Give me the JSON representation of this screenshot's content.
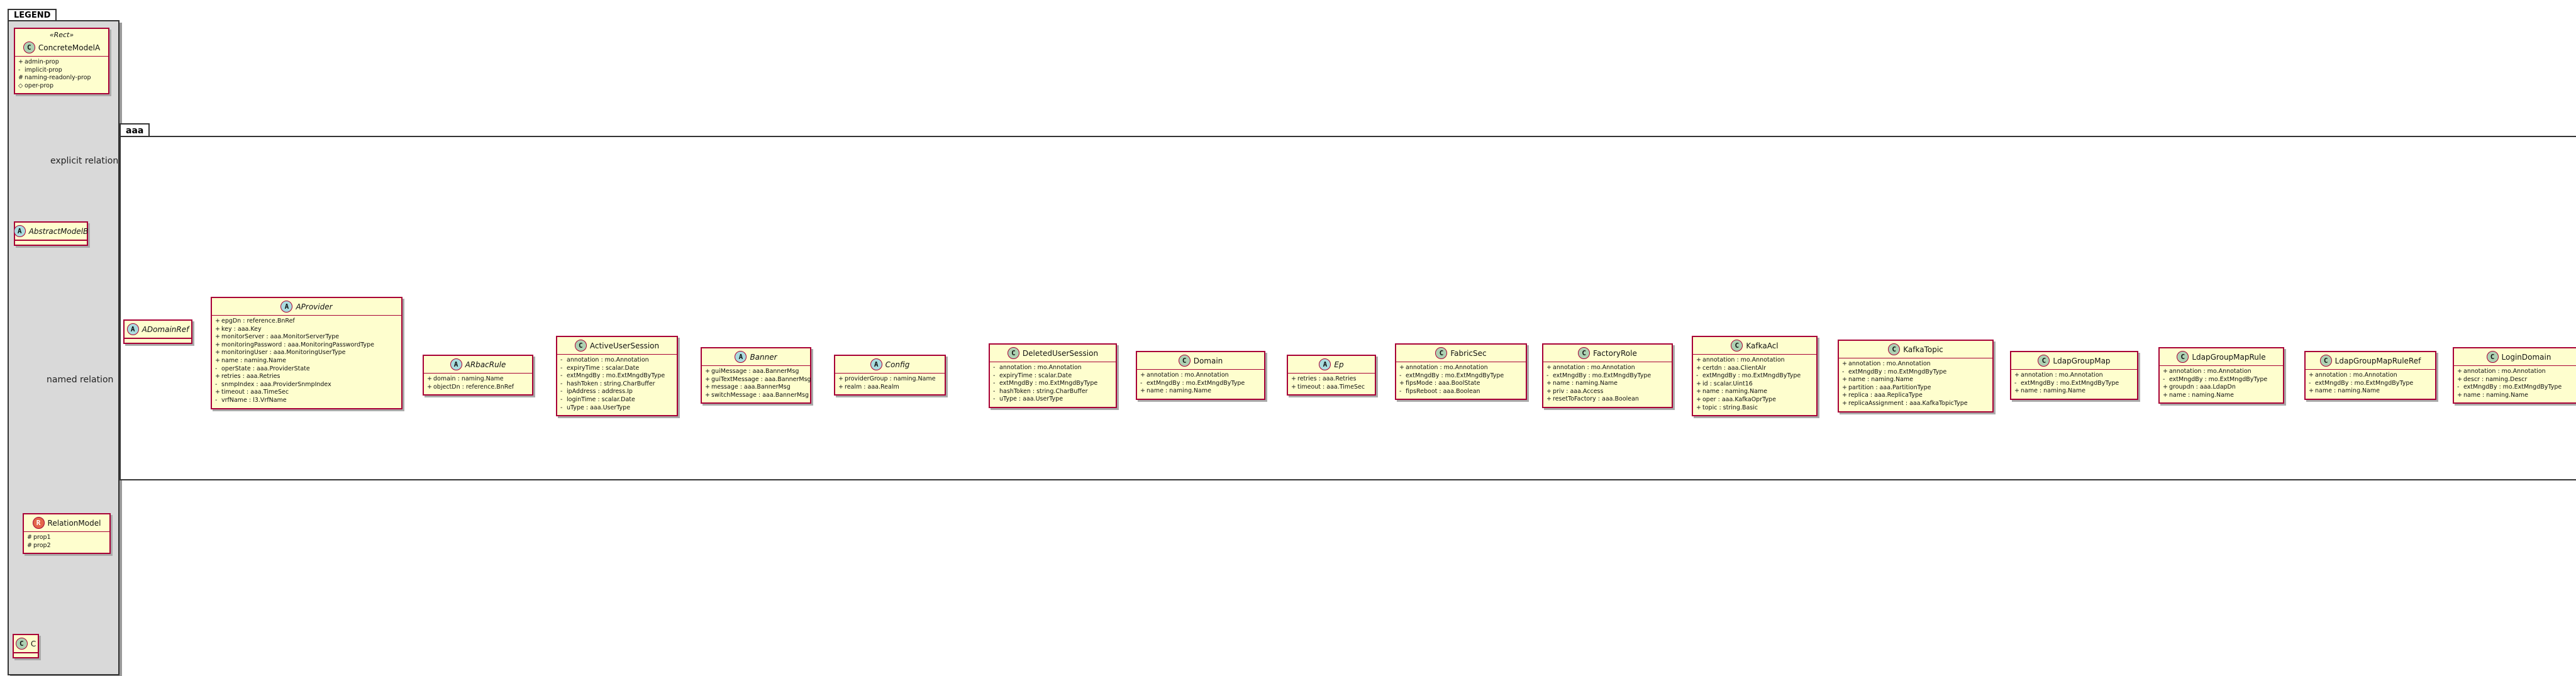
{
  "colors": {
    "class_fill": "#fefece",
    "class_border": "#a80036",
    "relation_line": "#a80036",
    "legend_fill": "#d9d9d9",
    "badge_concrete": "#add1b2",
    "badge_abstract": "#a9dcdf",
    "badge_relation": "#e3664a"
  },
  "legend": {
    "title": "LEGEND",
    "stereotype": "«Rect»",
    "concrete_class": {
      "badge": "C",
      "name": "ConcreteModelA",
      "attrs": [
        {
          "mark": "+",
          "text": "admin-prop"
        },
        {
          "mark": "-",
          "text": "implicit-prop"
        },
        {
          "mark": "#",
          "text": "naming-readonly-prop"
        },
        {
          "mark": "◇",
          "text": "oper-prop"
        }
      ]
    },
    "abstract_class": {
      "badge": "A",
      "name": "AbstractModelB"
    },
    "relation_class": {
      "badge": "R",
      "name": "RelationModel",
      "attrs": [
        {
          "mark": "#",
          "text": "prop1"
        },
        {
          "mark": "#",
          "text": "prop2"
        }
      ]
    },
    "target_class": {
      "badge": "C",
      "name": "C"
    },
    "explicit_relation_label": "explicit relation",
    "named_relation_label": "named relation"
  },
  "package": {
    "name": "aaa"
  },
  "classes": [
    {
      "name": "ADomainRef",
      "badge": "A",
      "abstract": true,
      "attrs": []
    },
    {
      "name": "AProvider",
      "badge": "A",
      "abstract": true,
      "attrs": [
        {
          "mark": "+",
          "text": "epgDn : reference.BnRef"
        },
        {
          "mark": "+",
          "text": "key : aaa.Key"
        },
        {
          "mark": "+",
          "text": "monitorServer : aaa.MonitorServerType"
        },
        {
          "mark": "+",
          "text": "monitoringPassword : aaa.MonitoringPasswordType"
        },
        {
          "mark": "+",
          "text": "monitoringUser : aaa.MonitoringUserType"
        },
        {
          "mark": "+",
          "text": "name : naming.Name"
        },
        {
          "mark": "-",
          "text": "operState : aaa.ProviderState"
        },
        {
          "mark": "+",
          "text": "retries : aaa.Retries"
        },
        {
          "mark": "-",
          "text": "snmpIndex : aaa.ProviderSnmpIndex"
        },
        {
          "mark": "+",
          "text": "timeout : aaa.TimeSec"
        },
        {
          "mark": "-",
          "text": "vrfName : l3.VrfName"
        }
      ]
    },
    {
      "name": "ARbacRule",
      "badge": "A",
      "abstract": true,
      "attrs": [
        {
          "mark": "+",
          "text": "domain : naming.Name"
        },
        {
          "mark": "+",
          "text": "objectDn : reference.BnRef"
        }
      ]
    },
    {
      "name": "ActiveUserSession",
      "badge": "C",
      "abstract": false,
      "attrs": [
        {
          "mark": "-",
          "text": "annotation : mo.Annotation"
        },
        {
          "mark": "-",
          "text": "expiryTime : scalar.Date"
        },
        {
          "mark": "-",
          "text": "extMngdBy : mo.ExtMngdByType"
        },
        {
          "mark": "-",
          "text": "hashToken : string.CharBuffer"
        },
        {
          "mark": "-",
          "text": "ipAddress : address.Ip"
        },
        {
          "mark": "-",
          "text": "loginTime : scalar.Date"
        },
        {
          "mark": "-",
          "text": "uType : aaa.UserType"
        }
      ]
    },
    {
      "name": "Banner",
      "badge": "A",
      "abstract": true,
      "attrs": [
        {
          "mark": "+",
          "text": "guiMessage : aaa.BannerMsg"
        },
        {
          "mark": "+",
          "text": "guiTextMessage : aaa.BannerMsg"
        },
        {
          "mark": "+",
          "text": "message : aaa.BannerMsg"
        },
        {
          "mark": "+",
          "text": "switchMessage : aaa.BannerMsg"
        }
      ]
    },
    {
      "name": "Config",
      "badge": "A",
      "abstract": true,
      "attrs": [
        {
          "mark": "+",
          "text": "providerGroup : naming.Name"
        },
        {
          "mark": "+",
          "text": "realm : aaa.Realm"
        }
      ]
    },
    {
      "name": "DeletedUserSession",
      "badge": "C",
      "abstract": false,
      "attrs": [
        {
          "mark": "-",
          "text": "annotation : mo.Annotation"
        },
        {
          "mark": "-",
          "text": "expiryTime : scalar.Date"
        },
        {
          "mark": "-",
          "text": "extMngdBy : mo.ExtMngdByType"
        },
        {
          "mark": "-",
          "text": "hashToken : string.CharBuffer"
        },
        {
          "mark": "-",
          "text": "uType : aaa.UserType"
        }
      ]
    },
    {
      "name": "Domain",
      "badge": "C",
      "abstract": false,
      "attrs": [
        {
          "mark": "+",
          "text": "annotation : mo.Annotation"
        },
        {
          "mark": "-",
          "text": "extMngdBy : mo.ExtMngdByType"
        },
        {
          "mark": "+",
          "text": "name : naming.Name"
        }
      ]
    },
    {
      "name": "Ep",
      "badge": "A",
      "abstract": true,
      "attrs": [
        {
          "mark": "+",
          "text": "retries : aaa.Retries"
        },
        {
          "mark": "+",
          "text": "timeout : aaa.TimeSec"
        }
      ]
    },
    {
      "name": "FabricSec",
      "badge": "C",
      "abstract": false,
      "attrs": [
        {
          "mark": "+",
          "text": "annotation : mo.Annotation"
        },
        {
          "mark": "-",
          "text": "extMngdBy : mo.ExtMngdByType"
        },
        {
          "mark": "+",
          "text": "fipsMode : aaa.BoolState"
        },
        {
          "mark": "-",
          "text": "fipsReboot : aaa.Boolean"
        }
      ]
    },
    {
      "name": "FactoryRole",
      "badge": "C",
      "abstract": false,
      "attrs": [
        {
          "mark": "+",
          "text": "annotation : mo.Annotation"
        },
        {
          "mark": "-",
          "text": "extMngdBy : mo.ExtMngdByType"
        },
        {
          "mark": "+",
          "text": "name : naming.Name"
        },
        {
          "mark": "+",
          "text": "priv : aaa.Access"
        },
        {
          "mark": "+",
          "text": "resetToFactory : aaa.Boolean"
        }
      ]
    },
    {
      "name": "KafkaAcl",
      "badge": "C",
      "abstract": false,
      "attrs": [
        {
          "mark": "+",
          "text": "annotation : mo.Annotation"
        },
        {
          "mark": "+",
          "text": "certdn : aaa.ClientAlr"
        },
        {
          "mark": "-",
          "text": "extMngdBy : mo.ExtMngdByType"
        },
        {
          "mark": "+",
          "text": "id : scalar.Uint16"
        },
        {
          "mark": "+",
          "text": "name : naming.Name"
        },
        {
          "mark": "+",
          "text": "oper : aaa.KafkaOprType"
        },
        {
          "mark": "+",
          "text": "topic : string.Basic"
        }
      ]
    },
    {
      "name": "KafkaTopic",
      "badge": "C",
      "abstract": false,
      "attrs": [
        {
          "mark": "+",
          "text": "annotation : mo.Annotation"
        },
        {
          "mark": "-",
          "text": "extMngdBy : mo.ExtMngdByType"
        },
        {
          "mark": "+",
          "text": "name : naming.Name"
        },
        {
          "mark": "+",
          "text": "partition : aaa.PartitionType"
        },
        {
          "mark": "+",
          "text": "replica : aaa.ReplicaType"
        },
        {
          "mark": "+",
          "text": "replicaAssignment : aaa.KafkaTopicType"
        }
      ]
    },
    {
      "name": "LdapGroupMap",
      "badge": "C",
      "abstract": false,
      "attrs": [
        {
          "mark": "+",
          "text": "annotation : mo.Annotation"
        },
        {
          "mark": "-",
          "text": "extMngdBy : mo.ExtMngdByType"
        },
        {
          "mark": "+",
          "text": "name : naming.Name"
        }
      ]
    },
    {
      "name": "LdapGroupMapRule",
      "badge": "C",
      "abstract": false,
      "attrs": [
        {
          "mark": "+",
          "text": "annotation : mo.Annotation"
        },
        {
          "mark": "-",
          "text": "extMngdBy : mo.ExtMngdByType"
        },
        {
          "mark": "+",
          "text": "groupdn : aaa.LdapDn"
        },
        {
          "mark": "+",
          "text": "name : naming.Name"
        }
      ]
    },
    {
      "name": "LdapGroupMapRuleRef",
      "badge": "C",
      "abstract": false,
      "attrs": [
        {
          "mark": "+",
          "text": "annotation : mo.Annotation"
        },
        {
          "mark": "-",
          "text": "extMngdBy : mo.ExtMngdByType"
        },
        {
          "mark": "+",
          "text": "name : naming.Name"
        }
      ]
    },
    {
      "name": "LoginDomain",
      "badge": "C",
      "abstract": false,
      "attrs": [
        {
          "mark": "+",
          "text": "annotation : mo.Annotation"
        },
        {
          "mark": "+",
          "text": "descr : naming.Descr"
        },
        {
          "mark": "-",
          "text": "extMngdBy : mo.ExtMngdByType"
        },
        {
          "mark": "+",
          "text": "name : naming.Name"
        }
      ]
    }
  ]
}
